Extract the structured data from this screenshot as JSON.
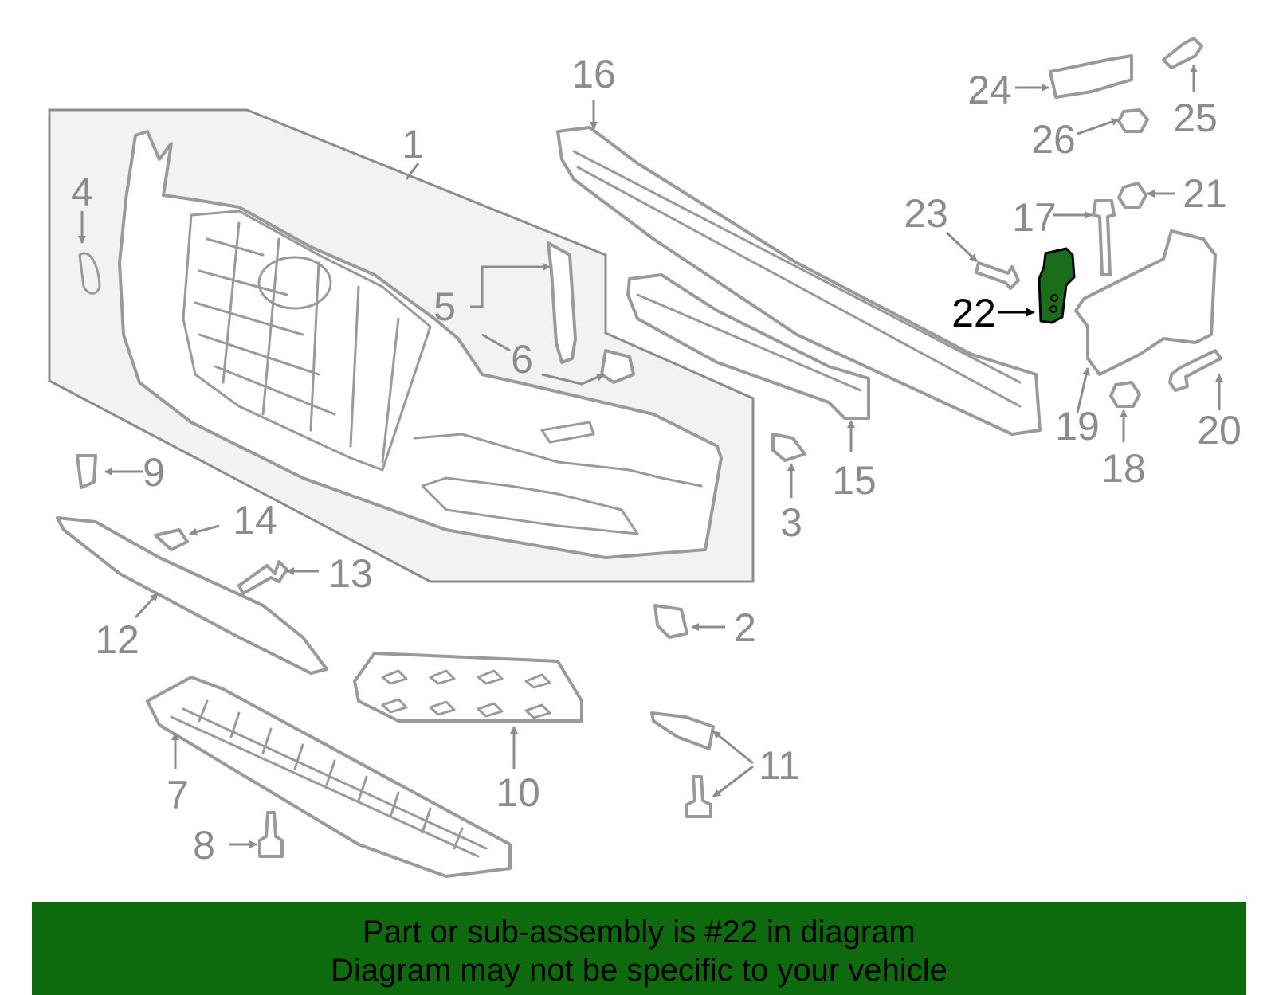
{
  "callouts": [
    "1",
    "2",
    "3",
    "4",
    "5",
    "6",
    "7",
    "8",
    "9",
    "10",
    "11",
    "12",
    "13",
    "14",
    "15",
    "16",
    "17",
    "18",
    "19",
    "20",
    "21",
    "22",
    "23",
    "24",
    "25",
    "26"
  ],
  "highlighted_part": "22",
  "colors": {
    "highlight": "#1a6e1a",
    "banner": "#0d6b0d",
    "part_stroke": "#9a9a9a",
    "label": "#8c8c8c",
    "panel": "#f2f2f2"
  },
  "banner": {
    "line1": "Part or sub-assembly is #22 in diagram",
    "line2": "Diagram may not be specific to your vehicle"
  }
}
